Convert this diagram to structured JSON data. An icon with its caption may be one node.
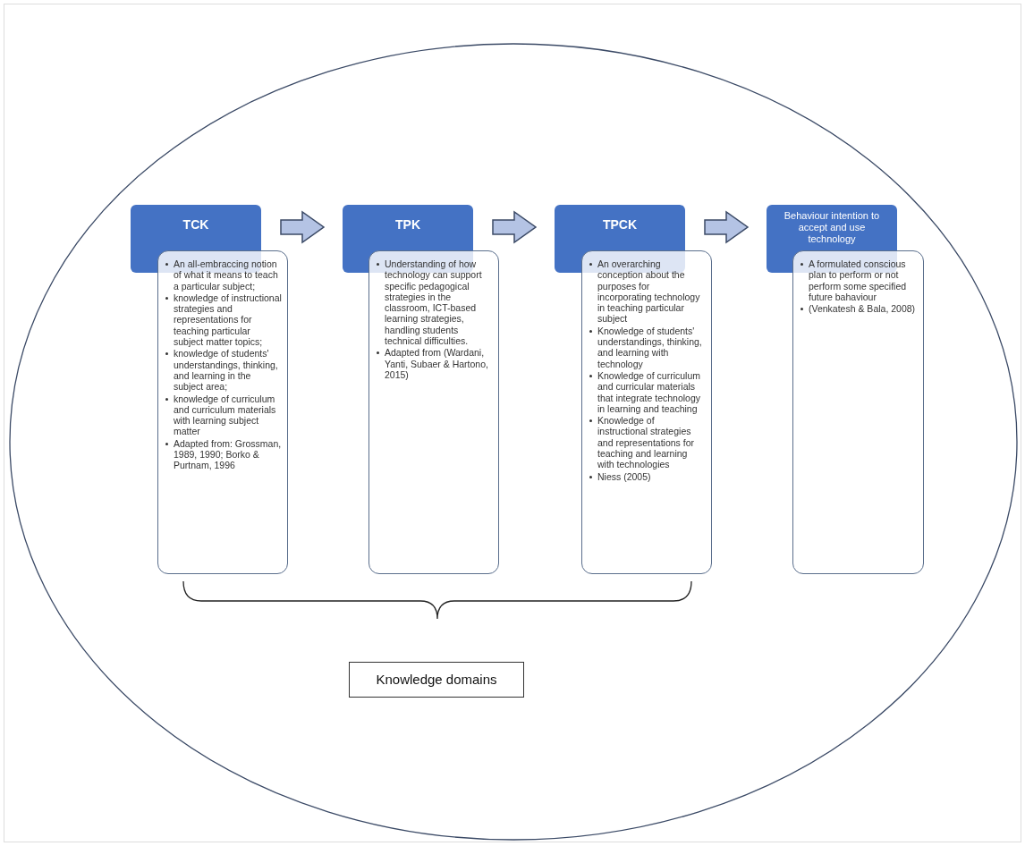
{
  "diagram": {
    "nodes": [
      {
        "text": [],
        "shape": "ellipse"
      },
      {
        "text": [
          "TCK"
        ],
        "in": 0
      },
      {
        "text": [
          "An all-embraccing notion of what it means to teach a particular subject;",
          "knowledge of instructional strategies and representations for teaching particular subject matter topics;",
          "knowledge of students' understandings, thinking, and learning in the subject area;",
          "knowledge of curriculum and curriculum materials with learning subject matter",
          "Adapted from: Grossman, 1989, 1990; Borko & Purtnam, 1996"
        ],
        "in": 0
      },
      {
        "text": [
          "TPK"
        ],
        "in": 0
      },
      {
        "text": [
          "Understanding of how technology can support specific pedagogical strategies in the classroom, ICT-based learning strategies, handling students technical difficulties.",
          "Adapted from (Wardani, Yanti, Subaer & Hartono, 2015)"
        ],
        "in": 0
      },
      {
        "text": [
          "TPCK"
        ],
        "in": 0
      },
      {
        "text": [
          "An overarching conception about the purposes for incorporating technology in teaching particular subject",
          "Knowledge of students' understandings, thinking, and learning with technology",
          "Knowledge of curriculum and curricular materials that integrate technology in learning and teaching",
          "Knowledge of instructional strategies and representations for teaching and learning with technologies",
          "Niess (2005)"
        ],
        "in": 0
      },
      {
        "text": [
          "Behaviour intention to accept and  use technology"
        ],
        "in": 0
      },
      {
        "text": [
          "A formulated conscious plan to perform or not perform some specified future bahaviour",
          "(Venkatesh & Bala, 2008)"
        ],
        "in": 0
      },
      {
        "text": [
          "Knowledge domains"
        ],
        "in": 0
      }
    ],
    "edges": [
      {
        "from": 1,
        "to": 3,
        "arrow": "to",
        "style": "thick"
      },
      {
        "from": 3,
        "to": 5,
        "arrow": "to",
        "style": "thick"
      },
      {
        "from": 5,
        "to": 7,
        "arrow": "to",
        "style": "thick"
      }
    ]
  }
}
